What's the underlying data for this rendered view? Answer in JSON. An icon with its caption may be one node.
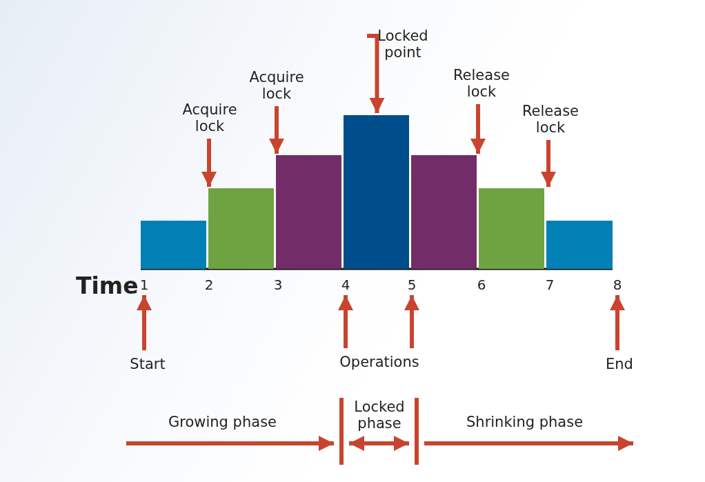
{
  "diagram": {
    "nodes": [
      {
        "text": [
          "Locked point"
        ]
      },
      {
        "text": [
          "Acquire lock"
        ]
      },
      {
        "text": [
          "Release lock"
        ]
      },
      {
        "text": [
          "Acquire lock"
        ]
      },
      {
        "text": [
          "Release lock"
        ]
      },
      {
        "text": [],
        "shape": "bar"
      },
      {
        "text": [],
        "shape": "bar"
      },
      {
        "text": [],
        "shape": "bar"
      },
      {
        "text": [],
        "shape": "bar"
      },
      {
        "text": [],
        "shape": "bar"
      },
      {
        "text": [],
        "shape": "bar"
      },
      {
        "text": [],
        "shape": "bar"
      },
      {
        "text": [
          "1"
        ]
      },
      {
        "text": [
          "2"
        ]
      },
      {
        "text": [
          "3"
        ]
      },
      {
        "text": [
          "4"
        ]
      },
      {
        "text": [
          "5"
        ]
      },
      {
        "text": [
          "6"
        ]
      },
      {
        "text": [
          "7"
        ]
      },
      {
        "text": [
          "8"
        ]
      },
      {
        "text": [
          "Start"
        ]
      },
      {
        "text": [
          "Operations"
        ]
      },
      {
        "text": [
          "End"
        ]
      },
      {
        "text": [],
        "shape": "bar"
      },
      {
        "text": [],
        "shape": "bar"
      }
    ],
    "edges": [
      {
        "from": 3,
        "to": 6,
        "arrow": "to"
      },
      {
        "from": 1,
        "to": 7,
        "arrow": "to"
      },
      {
        "from": 0,
        "to": 8,
        "arrow": "to"
      },
      {
        "from": 2,
        "to": 9,
        "arrow": "to"
      },
      {
        "from": 4,
        "to": 10,
        "arrow": "to"
      },
      {
        "from": 20,
        "to": 12,
        "arrow": "to"
      },
      {
        "from": 21,
        "to": 15,
        "arrow": "to"
      },
      {
        "from": 21,
        "to": 16,
        "arrow": "to"
      },
      {
        "from": 22,
        "to": 19,
        "arrow": "to"
      },
      {
        "from": null,
        "to": 23,
        "arrow": "to",
        "label": "Growing phase"
      },
      {
        "from": 23,
        "to": 24,
        "arrow": "both",
        "label": "Locked phase"
      },
      {
        "from": 24,
        "to": null,
        "arrow": "to",
        "label": "Shrinking phase"
      }
    ],
    "labels": [
      "Time"
    ]
  }
}
